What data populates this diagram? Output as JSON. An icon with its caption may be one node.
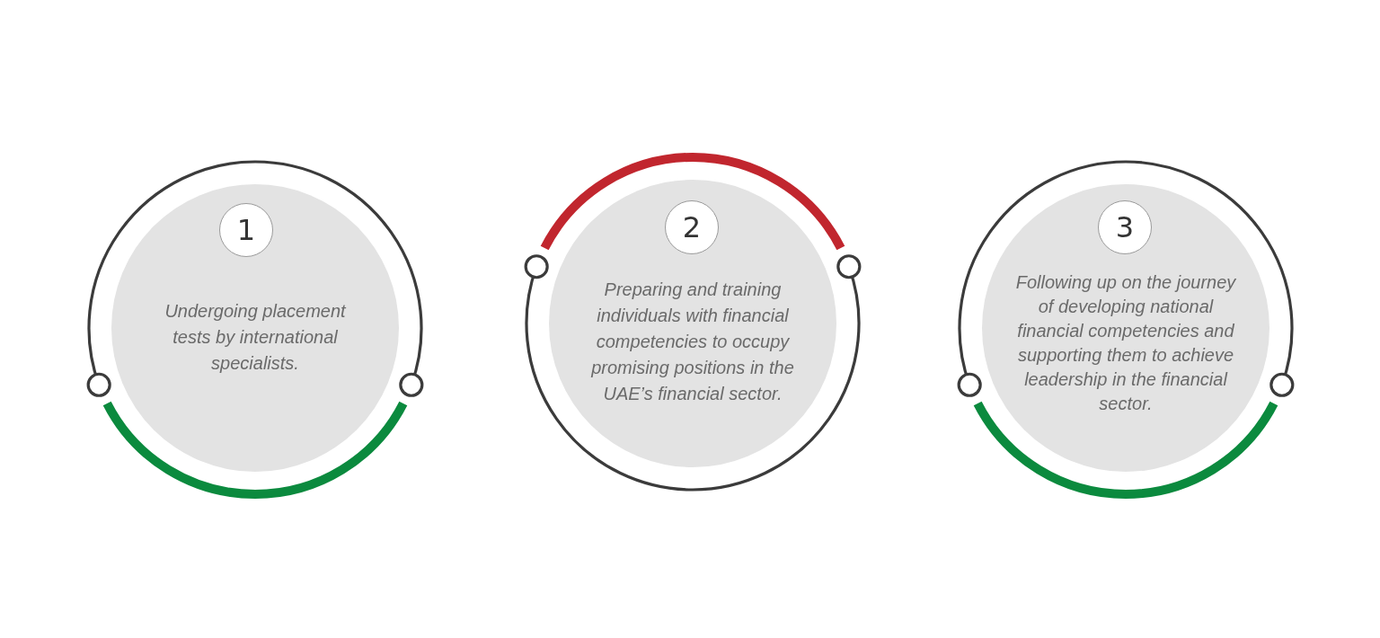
{
  "diagram": {
    "nodes": [
      {
        "text": [
          "Undergoing placement tests by international specialists."
        ]
      },
      {
        "text": [
          "1"
        ],
        "in": 0
      },
      {
        "text": [
          "Preparing and training individuals with financial competencies to occupy promising positions in the UAE’s financial sector."
        ]
      },
      {
        "text": [
          "2"
        ],
        "in": 2
      },
      {
        "text": [
          "Following up on the journey of developing national financial competencies and supporting them to achieve leadership in the financial sector."
        ]
      },
      {
        "text": [
          "3"
        ],
        "in": 4
      }
    ],
    "edges": []
  }
}
